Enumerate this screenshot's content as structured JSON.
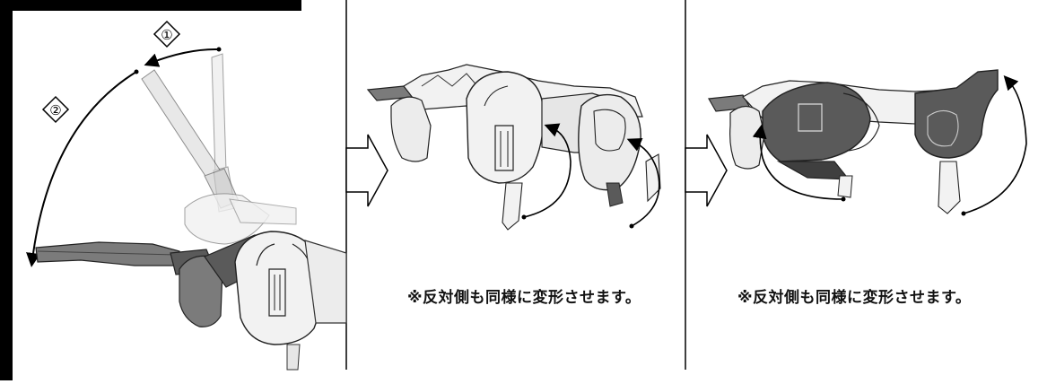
{
  "steps": {
    "step1_marker": "①",
    "step2_marker": "②"
  },
  "panels": [
    {
      "note": ""
    },
    {
      "note": "※反対側も同様に変形させます。"
    },
    {
      "note": "※反対側も同様に変形させます。"
    }
  ],
  "colors": {
    "frame": "#000000",
    "part_light": "#f2f2f2",
    "part_mid": "#cfcfcf",
    "part_dark": "#7b7b7b",
    "part_darkest": "#5a5a5a"
  },
  "icons": [
    "rotation-arrow-icon",
    "next-step-arrow-icon"
  ]
}
